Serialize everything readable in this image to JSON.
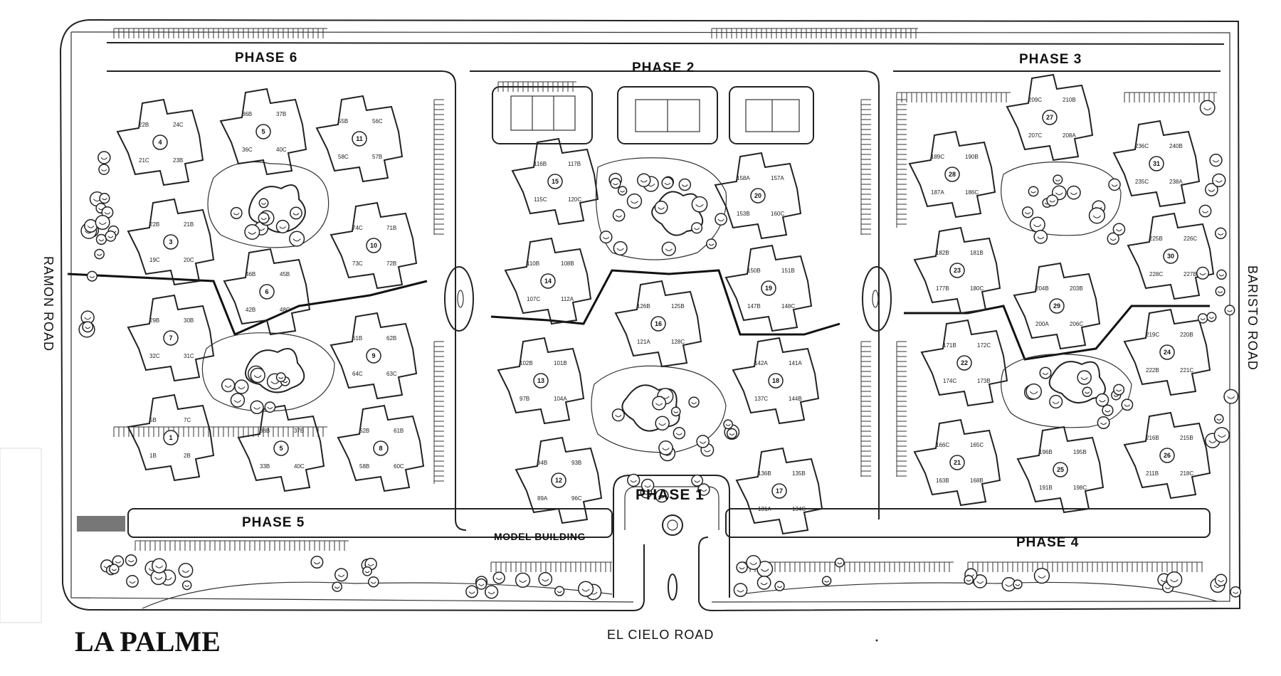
{
  "map": {
    "title": "LA PALME",
    "roads": {
      "west": "RAMON ROAD",
      "east": "BARISTO ROAD",
      "south": "EL CIELO ROAD"
    },
    "phases": [
      {
        "id": "phase-6",
        "label": "PHASE 6"
      },
      {
        "id": "phase-2",
        "label": "PHASE 2"
      },
      {
        "id": "phase-3",
        "label": "PHASE 3"
      },
      {
        "id": "phase-5",
        "label": "PHASE 5"
      },
      {
        "id": "phase-1",
        "label": "PHASE 1"
      },
      {
        "id": "phase-4",
        "label": "PHASE 4"
      }
    ],
    "model_building": "MODEL BUILDING",
    "buildings": [
      {
        "num": "4",
        "units": [
          "22B",
          "24C",
          "23B",
          "21C"
        ]
      },
      {
        "num": "5",
        "units": [
          "36B",
          "37B",
          "40C",
          "36C"
        ]
      },
      {
        "num": "11",
        "units": [
          "55B",
          "56C",
          "57B",
          "58C"
        ]
      },
      {
        "num": "3",
        "units": [
          "22B",
          "21B",
          "20C",
          "19C"
        ]
      },
      {
        "num": "6",
        "units": [
          "46B",
          "45B",
          "48C",
          "42B"
        ]
      },
      {
        "num": "10",
        "units": [
          "74C",
          "71B",
          "72B",
          "73C"
        ]
      },
      {
        "num": "7",
        "units": [
          "29B",
          "30B",
          "31C",
          "32C"
        ]
      },
      {
        "num": "9",
        "units": [
          "61B",
          "62B",
          "63C",
          "64C"
        ]
      },
      {
        "num": "1",
        "units": [
          "5B",
          "7C",
          "2B",
          "1B"
        ]
      },
      {
        "num": "5",
        "units": [
          "38B",
          "37B",
          "40C",
          "33B"
        ]
      },
      {
        "num": "8",
        "units": [
          "62B",
          "61B",
          "60C",
          "58B"
        ]
      },
      {
        "num": "15",
        "units": [
          "116B",
          "117B",
          "120C",
          "115C"
        ]
      },
      {
        "num": "20",
        "units": [
          "158A",
          "157A",
          "160C",
          "153B"
        ]
      },
      {
        "num": "14",
        "units": [
          "110B",
          "108B",
          "112A",
          "107C"
        ]
      },
      {
        "num": "16",
        "units": [
          "126B",
          "125B",
          "128C",
          "121A"
        ]
      },
      {
        "num": "19",
        "units": [
          "150B",
          "151B",
          "148C",
          "147B"
        ]
      },
      {
        "num": "13",
        "units": [
          "102B",
          "101B",
          "104A",
          "97B"
        ]
      },
      {
        "num": "18",
        "units": [
          "142A",
          "141A",
          "144B",
          "137C"
        ]
      },
      {
        "num": "12",
        "units": [
          "94B",
          "93B",
          "96C",
          "89A"
        ]
      },
      {
        "num": "17",
        "units": [
          "136B",
          "135B",
          "134C",
          "131A"
        ]
      },
      {
        "num": "28",
        "units": [
          "189C",
          "190B",
          "186C",
          "187A"
        ]
      },
      {
        "num": "27",
        "units": [
          "209C",
          "210B",
          "208A",
          "207C"
        ]
      },
      {
        "num": "31",
        "units": [
          "236C",
          "240B",
          "238A",
          "235C"
        ]
      },
      {
        "num": "23",
        "units": [
          "182B",
          "181B",
          "180C",
          "177B"
        ]
      },
      {
        "num": "29",
        "units": [
          "204B",
          "203B",
          "206C",
          "200A"
        ]
      },
      {
        "num": "30",
        "units": [
          "225B",
          "226C",
          "227B",
          "228C"
        ]
      },
      {
        "num": "22",
        "units": [
          "171B",
          "172C",
          "173B",
          "174C"
        ]
      },
      {
        "num": "24",
        "units": [
          "219C",
          "220B",
          "221C",
          "222B"
        ]
      },
      {
        "num": "21",
        "units": [
          "166C",
          "165C",
          "168B",
          "163B"
        ]
      },
      {
        "num": "25",
        "units": [
          "196B",
          "195B",
          "198C",
          "191B"
        ]
      },
      {
        "num": "26",
        "units": [
          "216B",
          "215B",
          "218C",
          "211B"
        ]
      }
    ]
  }
}
